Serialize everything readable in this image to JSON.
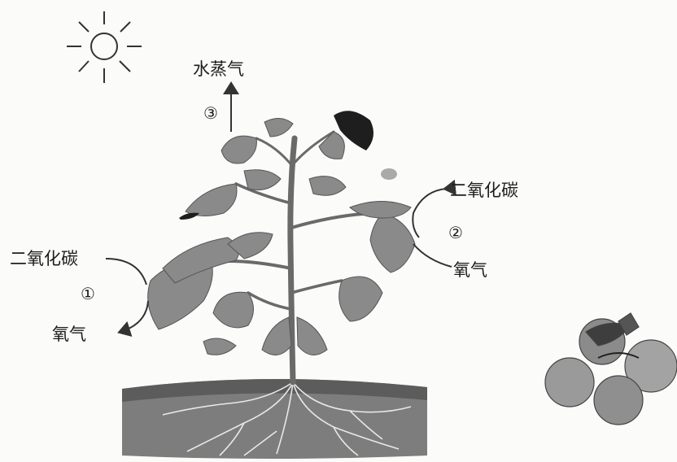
{
  "labels": {
    "top_vapor": "水蒸气",
    "right_co2": "二氧化碳",
    "right_o2": "氧气",
    "left_co2": "二氧化碳",
    "left_o2": "氧气"
  },
  "markers": {
    "m1": "①",
    "m2": "②",
    "m3": "③"
  },
  "icons": [
    "sun-icon",
    "tomato-plant",
    "soil-with-roots",
    "tomato-fruit-cluster"
  ]
}
